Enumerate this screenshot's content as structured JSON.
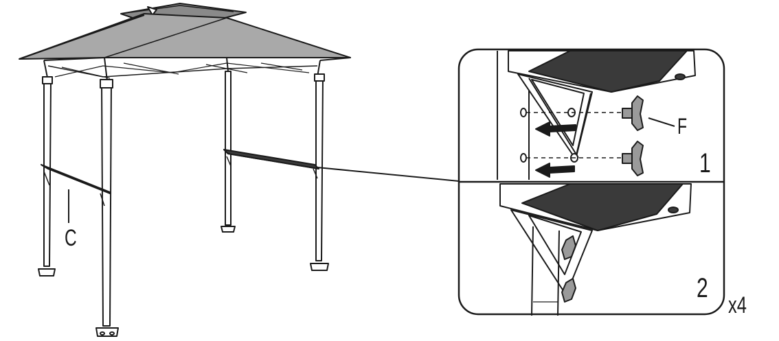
{
  "labels": {
    "part_c": "C",
    "part_f": "F",
    "step_1": "1",
    "step_2": "2",
    "repeat": "x4"
  },
  "colors": {
    "ink": "#1a1a1a",
    "canopy": "#a9a9a9",
    "canopy_dark": "#8a8a8a",
    "fabric_dark": "#3a3a3a",
    "bolt": "#9a9a9a"
  }
}
